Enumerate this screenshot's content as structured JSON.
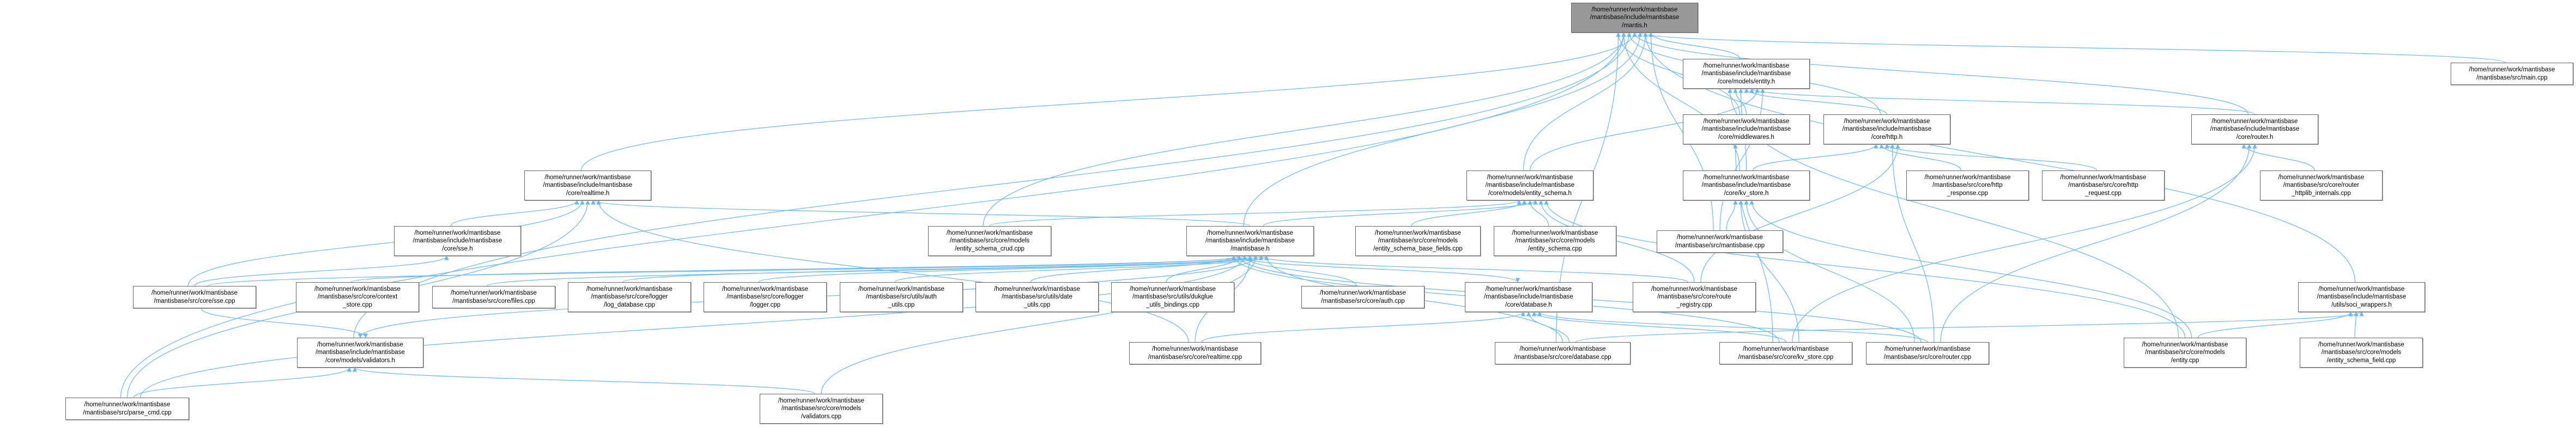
{
  "colors": {
    "edge": "#63b8ff",
    "root_fill": "#999999",
    "node_border": "#666666"
  },
  "nodes": [
    {
      "id": "mantis_h",
      "lines": [
        "/home/runner/work/mantisbase",
        "/mantisbase/include/mantisbase",
        "/mantis.h"
      ]
    },
    {
      "id": "realtime_h",
      "lines": [
        "/home/runner/work/mantisbase",
        "/mantisbase/include/mantisbase",
        "/core/realtime.h"
      ]
    },
    {
      "id": "sse_h",
      "lines": [
        "/home/runner/work/mantisbase",
        "/mantisbase/include/mantisbase",
        "/core/sse.h"
      ]
    },
    {
      "id": "sse_cpp",
      "lines": [
        "/home/runner/work/mantisbase",
        "/mantisbase/src/core/sse.cpp"
      ]
    },
    {
      "id": "context_store_cpp",
      "lines": [
        "/home/runner/work/mantisbase",
        "/mantisbase/src/core/context",
        "_store.cpp"
      ]
    },
    {
      "id": "files_cpp",
      "lines": [
        "/home/runner/work/mantisbase",
        "/mantisbase/src/core/files.cpp"
      ]
    },
    {
      "id": "log_database_cpp",
      "lines": [
        "/home/runner/work/mantisbase",
        "/mantisbase/src/core/logger",
        "/log_database.cpp"
      ]
    },
    {
      "id": "logger_cpp",
      "lines": [
        "/home/runner/work/mantisbase",
        "/mantisbase/src/core/logger",
        "/logger.cpp"
      ]
    },
    {
      "id": "auth_utils_cpp",
      "lines": [
        "/home/runner/work/mantisbase",
        "/mantisbase/src/utils/auth",
        "_utils.cpp"
      ]
    },
    {
      "id": "date_utils_cpp",
      "lines": [
        "/home/runner/work/mantisbase",
        "/mantisbase/src/utils/date",
        "_utils.cpp"
      ]
    },
    {
      "id": "dukglue_cpp",
      "lines": [
        "/home/runner/work/mantisbase",
        "/mantisbase/src/utils/dukglue",
        "_utils_bindings.cpp"
      ]
    },
    {
      "id": "auth_cpp",
      "lines": [
        "/home/runner/work/mantisbase",
        "/mantisbase/src/core/auth.cpp"
      ]
    },
    {
      "id": "database_h",
      "lines": [
        "/home/runner/work/mantisbase",
        "/mantisbase/include/mantisbase",
        "/core/database.h"
      ]
    },
    {
      "id": "route_registry_cpp",
      "lines": [
        "/home/runner/work/mantisbase",
        "/mantisbase/src/core/route",
        "_registry.cpp"
      ]
    },
    {
      "id": "validators_h",
      "lines": [
        "/home/runner/work/mantisbase",
        "/mantisbase/include/mantisbase",
        "/core/models/validators.h"
      ]
    },
    {
      "id": "validators_cpp",
      "lines": [
        "/home/runner/work/mantisbase",
        "/mantisbase/src/core/models",
        "/validators.cpp"
      ]
    },
    {
      "id": "parse_cmd_cpp",
      "lines": [
        "/home/runner/work/mantisbase",
        "/mantisbase/src/parse_cmd.cpp"
      ]
    },
    {
      "id": "entity_schema_crud_cpp",
      "lines": [
        "/home/runner/work/mantisbase",
        "/mantisbase/src/core/models",
        "/entity_schema_crud.cpp"
      ]
    },
    {
      "id": "mantisbase_h",
      "lines": [
        "/home/runner/work/mantisbase",
        "/mantisbase/include/mantisbase",
        "/mantisbase.h"
      ]
    },
    {
      "id": "entity_schema_base_fields_cpp",
      "lines": [
        "/home/runner/work/mantisbase",
        "/mantisbase/src/core/models",
        "/entity_schema_base_fields.cpp"
      ]
    },
    {
      "id": "entity_schema_cpp",
      "lines": [
        "/home/runner/work/mantisbase",
        "/mantisbase/src/core/models",
        "/entity_schema.cpp"
      ]
    },
    {
      "id": "mantisbase_cpp",
      "lines": [
        "/home/runner/work/mantisbase",
        "/mantisbase/src/mantisbase.cpp"
      ]
    },
    {
      "id": "entity_schema_h",
      "lines": [
        "/home/runner/work/mantisbase",
        "/mantisbase/include/mantisbase",
        "/core/models/entity_schema.h"
      ]
    },
    {
      "id": "realtime_cpp",
      "lines": [
        "/home/runner/work/mantisbase",
        "/mantisbase/src/core/realtime.cpp"
      ]
    },
    {
      "id": "database_cpp",
      "lines": [
        "/home/runner/work/mantisbase",
        "/mantisbase/src/core/database.cpp"
      ]
    },
    {
      "id": "entity_h",
      "lines": [
        "/home/runner/work/mantisbase",
        "/mantisbase/include/mantisbase",
        "/core/models/entity.h"
      ]
    },
    {
      "id": "middlewares_h",
      "lines": [
        "/home/runner/work/mantisbase",
        "/mantisbase/include/mantisbase",
        "/core/middlewares.h"
      ]
    },
    {
      "id": "kv_store_h",
      "lines": [
        "/home/runner/work/mantisbase",
        "/mantisbase/include/mantisbase",
        "/core/kv_store.h"
      ]
    },
    {
      "id": "http_h",
      "lines": [
        "/home/runner/work/mantisbase",
        "/mantisbase/include/mantisbase",
        "/core/http.h"
      ]
    },
    {
      "id": "router_h",
      "lines": [
        "/home/runner/work/mantisbase",
        "/mantisbase/include/mantisbase",
        "/core/router.h"
      ]
    },
    {
      "id": "main_cpp",
      "lines": [
        "/home/runner/work/mantisbase",
        "/mantisbase/src/main.cpp"
      ]
    },
    {
      "id": "http_response_cpp",
      "lines": [
        "/home/runner/work/mantisbase",
        "/mantisbase/src/core/http",
        "_response.cpp"
      ]
    },
    {
      "id": "http_request_cpp",
      "lines": [
        "/home/runner/work/mantisbase",
        "/mantisbase/src/core/http",
        "_request.cpp"
      ]
    },
    {
      "id": "router_httplib_cpp",
      "lines": [
        "/home/runner/work/mantisbase",
        "/mantisbase/src/core/router",
        "_httplib_internals.cpp"
      ]
    },
    {
      "id": "soci_wrappers_h",
      "lines": [
        "/home/runner/work/mantisbase",
        "/mantisbase/include/mantisbase",
        "/utils/soci_wrappers.h"
      ]
    },
    {
      "id": "kv_store_cpp",
      "lines": [
        "/home/runner/work/mantisbase",
        "/mantisbase/src/core/kv_store.cpp"
      ]
    },
    {
      "id": "router_cpp",
      "lines": [
        "/home/runner/work/mantisbase",
        "/mantisbase/src/core/router.cpp"
      ]
    },
    {
      "id": "entity_cpp",
      "lines": [
        "/home/runner/work/mantisbase",
        "/mantisbase/src/core/models",
        "/entity.cpp"
      ]
    },
    {
      "id": "entity_schema_field_cpp",
      "lines": [
        "/home/runner/work/mantisbase",
        "/mantisbase/src/core/models",
        "/entity_schema_field.cpp"
      ]
    }
  ],
  "edges": [
    [
      "parse_cmd_cpp",
      "mantis_h"
    ],
    [
      "validators_h",
      "mantis_h"
    ],
    [
      "realtime_h",
      "mantis_h"
    ],
    [
      "mantisbase_h",
      "mantis_h"
    ],
    [
      "entity_schema_h",
      "mantis_h"
    ],
    [
      "entity_h",
      "mantis_h"
    ],
    [
      "middlewares_h",
      "mantis_h"
    ],
    [
      "kv_store_h",
      "mantis_h"
    ],
    [
      "http_h",
      "mantis_h"
    ],
    [
      "router_h",
      "mantis_h"
    ],
    [
      "main_cpp",
      "mantis_h"
    ],
    [
      "soci_wrappers_h",
      "mantis_h"
    ],
    [
      "mantisbase_cpp",
      "mantis_h"
    ],
    [
      "database_cpp",
      "mantis_h"
    ],
    [
      "entity_schema_crud_cpp",
      "mantis_h"
    ],
    [
      "middlewares_h",
      "entity_h"
    ],
    [
      "kv_store_h",
      "entity_h"
    ],
    [
      "http_h",
      "entity_h"
    ],
    [
      "router_h",
      "entity_h"
    ],
    [
      "entity_schema_h",
      "entity_h"
    ],
    [
      "mantisbase_cpp",
      "entity_h"
    ],
    [
      "entity_cpp",
      "entity_h"
    ],
    [
      "sse_h",
      "realtime_h"
    ],
    [
      "sse_cpp",
      "realtime_h"
    ],
    [
      "parse_cmd_cpp",
      "realtime_h"
    ],
    [
      "mantisbase_h",
      "realtime_h"
    ],
    [
      "realtime_cpp",
      "realtime_h"
    ],
    [
      "sse_cpp",
      "sse_h"
    ],
    [
      "parse_cmd_cpp",
      "validators_h"
    ],
    [
      "validators_cpp",
      "validators_h"
    ],
    [
      "mantisbase_h",
      "validators_h"
    ],
    [
      "sse_cpp",
      "validators_h"
    ],
    [
      "sse_cpp",
      "mantisbase_h"
    ],
    [
      "context_store_cpp",
      "mantisbase_h"
    ],
    [
      "files_cpp",
      "mantisbase_h"
    ],
    [
      "log_database_cpp",
      "mantisbase_h"
    ],
    [
      "logger_cpp",
      "mantisbase_h"
    ],
    [
      "auth_utils_cpp",
      "mantisbase_h"
    ],
    [
      "date_utils_cpp",
      "mantisbase_h"
    ],
    [
      "dukglue_cpp",
      "mantisbase_h"
    ],
    [
      "auth_cpp",
      "mantisbase_h"
    ],
    [
      "realtime_cpp",
      "mantisbase_h"
    ],
    [
      "validators_cpp",
      "mantisbase_h"
    ],
    [
      "route_registry_cpp",
      "mantisbase_h"
    ],
    [
      "database_cpp",
      "mantisbase_h"
    ],
    [
      "kv_store_cpp",
      "mantisbase_h"
    ],
    [
      "router_cpp",
      "mantisbase_h"
    ],
    [
      "parse_cmd_cpp",
      "mantisbase_h"
    ],
    [
      "entity_schema_crud_cpp",
      "entity_schema_h"
    ],
    [
      "entity_schema_base_fields_cpp",
      "entity_schema_h"
    ],
    [
      "entity_schema_cpp",
      "entity_schema_h"
    ],
    [
      "mantisbase_h",
      "entity_schema_h"
    ],
    [
      "route_registry_cpp",
      "entity_schema_h"
    ],
    [
      "entity_cpp",
      "entity_schema_h"
    ],
    [
      "mantisbase_h",
      "database_h"
    ],
    [
      "realtime_cpp",
      "database_h"
    ],
    [
      "database_cpp",
      "database_h"
    ],
    [
      "kv_store_cpp",
      "database_h"
    ],
    [
      "router_cpp",
      "database_h"
    ],
    [
      "kv_store_h",
      "http_h"
    ],
    [
      "http_response_cpp",
      "http_h"
    ],
    [
      "http_request_cpp",
      "http_h"
    ],
    [
      "router_cpp",
      "http_h"
    ],
    [
      "route_registry_cpp",
      "http_h"
    ],
    [
      "router_httplib_cpp",
      "router_h"
    ],
    [
      "router_cpp",
      "router_h"
    ],
    [
      "kv_store_cpp",
      "router_h"
    ],
    [
      "mantisbase_cpp",
      "kv_store_h"
    ],
    [
      "kv_store_cpp",
      "kv_store_h"
    ],
    [
      "router_cpp",
      "kv_store_h"
    ],
    [
      "entity_cpp",
      "kv_store_h"
    ],
    [
      "kv_store_cpp",
      "middlewares_h"
    ],
    [
      "entity_cpp",
      "soci_wrappers_h"
    ],
    [
      "entity_schema_field_cpp",
      "soci_wrappers_h"
    ],
    [
      "database_cpp",
      "soci_wrappers_h"
    ]
  ]
}
